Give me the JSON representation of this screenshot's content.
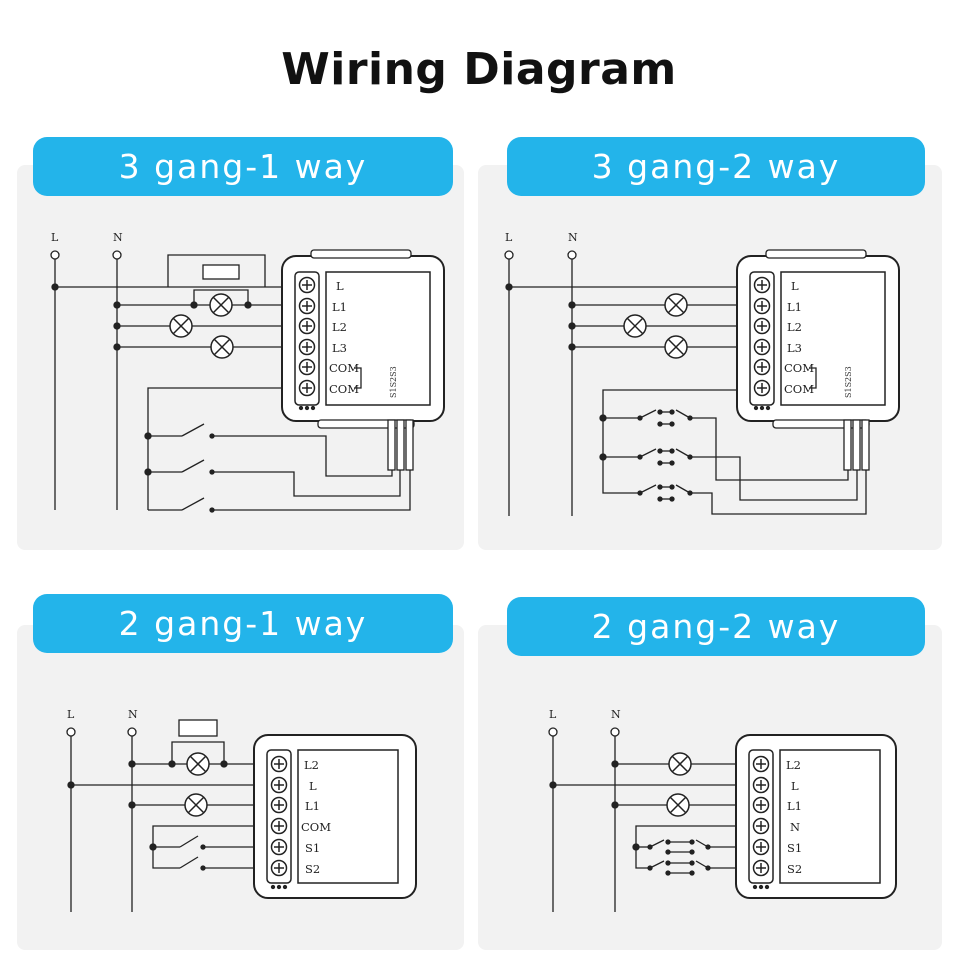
{
  "title": "Wiring Diagram",
  "diagrams": [
    {
      "header": "3 gang-1 way",
      "supply_labels": [
        "L",
        "N"
      ],
      "terminals": [
        "L",
        "L1",
        "L2",
        "L3",
        "COM",
        "COM"
      ],
      "module_mark": "S1S2S3"
    },
    {
      "header": "3 gang-2 way",
      "supply_labels": [
        "L",
        "N"
      ],
      "terminals": [
        "L",
        "L1",
        "L2",
        "L3",
        "COM",
        "COM"
      ],
      "module_mark": "S1S2S3"
    },
    {
      "header": "2 gang-1 way",
      "supply_labels": [
        "L",
        "N"
      ],
      "terminals": [
        "L2",
        "L",
        "L1",
        "COM",
        "S1",
        "S2"
      ]
    },
    {
      "header": "2 gang-2 way",
      "supply_labels": [
        "L",
        "N"
      ],
      "terminals": [
        "L2",
        "L",
        "L1",
        "N",
        "S1",
        "S2"
      ]
    }
  ]
}
